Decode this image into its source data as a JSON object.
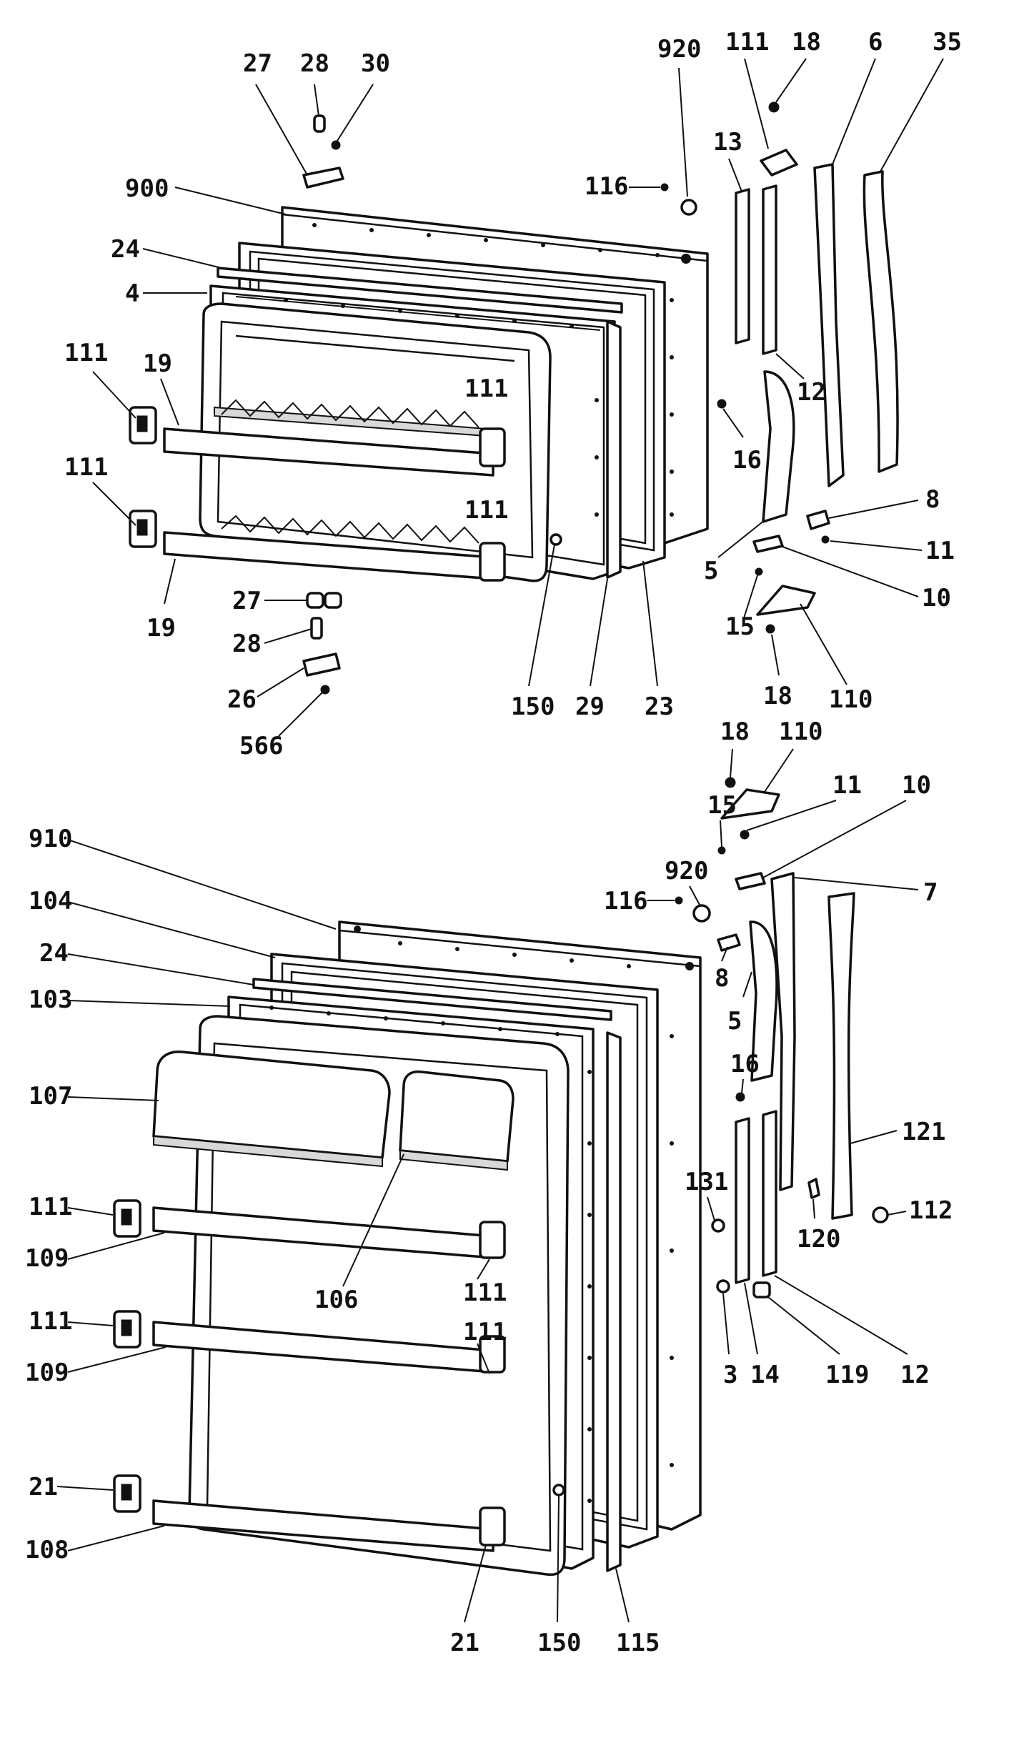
{
  "labels": {
    "l27a": "27",
    "l28a": "28",
    "l30": "30",
    "l900": "900",
    "l24a": "24",
    "l4": "4",
    "l19a": "19",
    "l111a": "111",
    "l111b": "111",
    "l111c": "111",
    "l111d": "111",
    "l19b": "19",
    "l27b": "27",
    "l28b": "28",
    "l26": "26",
    "l566": "566",
    "l150a": "150",
    "l29": "29",
    "l23": "23",
    "l920a": "920",
    "l116a": "116",
    "l111e": "111",
    "l18a": "18",
    "l6": "6",
    "l35": "35",
    "l13": "13",
    "l12a": "12",
    "l16a": "16",
    "l8a": "8",
    "l11a": "11",
    "l5a": "5",
    "l10a": "10",
    "l15a": "15",
    "l18b": "18",
    "l110a": "110",
    "l18c": "18",
    "l110b": "110",
    "l11b": "11",
    "l10b": "10",
    "l15b": "15",
    "l920b": "920",
    "l116b": "116",
    "l7": "7",
    "l8b": "8",
    "l5b": "5",
    "l16b": "16",
    "l121": "121",
    "l131": "131",
    "l120": "120",
    "l112": "112",
    "l3": "3",
    "l14": "14",
    "l119": "119",
    "l12b": "12",
    "l910": "910",
    "l104": "104",
    "l24b": "24",
    "l103": "103",
    "l107": "107",
    "l111f": "111",
    "l109a": "109",
    "l106": "106",
    "l111g": "111",
    "l111h": "111",
    "l109b": "109",
    "l111i": "111",
    "l21a": "21",
    "l108": "108",
    "l21b": "21",
    "l150b": "150",
    "l115": "115"
  }
}
